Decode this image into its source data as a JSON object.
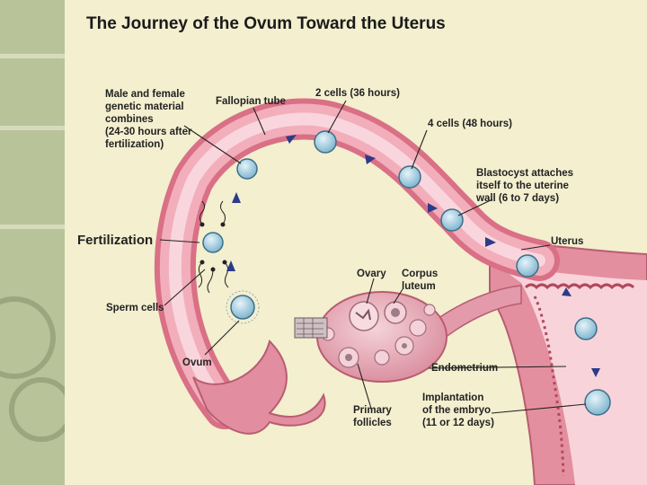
{
  "title": "The Journey of the Ovum Toward the Uterus",
  "labels": {
    "male_female": [
      "Male and female",
      "genetic material",
      "combines",
      "(24-30 hours after",
      "fertilization)"
    ],
    "fallopian_tube": "Fallopian tube",
    "two_cells": "2 cells (36 hours)",
    "four_cells": "4 cells (48 hours)",
    "blastocyst": [
      "Blastocyst attaches",
      "itself to the uterine",
      "wall (6 to 7 days)"
    ],
    "fertilization": "Fertilization",
    "uterus": "Uterus",
    "ovary": "Ovary",
    "corpus_luteum": [
      "Corpus",
      "luteum"
    ],
    "sperm_cells": "Sperm cells",
    "ovum": "Ovum",
    "endometrium": "Endometrium",
    "primary_follicles": [
      "Primary",
      "follicles"
    ],
    "implantation": [
      "Implantation",
      "of the embryo",
      "(11 or 12 days)"
    ]
  },
  "colors": {
    "background": "#f3efcf",
    "side_panel": "#b9c39a",
    "tissue_pink": "#e89aaa",
    "lumen_pink": "#f7c9d2",
    "arrow_blue": "#2c3a8a",
    "cell_blue": "#a9d3e6"
  },
  "icons": [
    "cell-icon",
    "arrow-icon",
    "sperm-icon"
  ]
}
